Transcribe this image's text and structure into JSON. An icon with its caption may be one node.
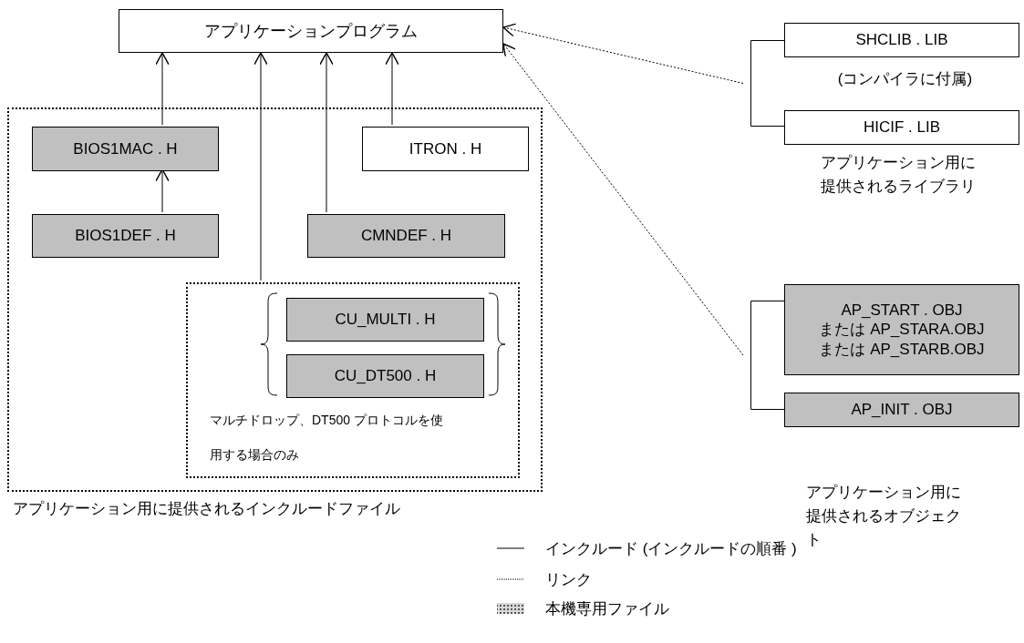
{
  "diagram": {
    "nodes": [
      {
        "text": [
          "アプリケーションプログラム"
        ]
      },
      {
        "text": [],
        "shape": "box",
        "beside": [
          "アプリケーション用に提供されるインクルードファイル"
        ]
      },
      {
        "text": [
          "BIOS1MAC . H"
        ],
        "in": 1
      },
      {
        "text": [
          "ITRON . H"
        ],
        "in": 1
      },
      {
        "text": [
          "BIOS1DEF . H"
        ],
        "in": 1
      },
      {
        "text": [
          "CMNDEF . H"
        ],
        "in": 1
      },
      {
        "text": [
          "マルチドロップ、DT500 プロトコルを使用する場合のみ"
        ],
        "in": 1
      },
      {
        "text": [
          "CU_MULTI . H"
        ],
        "in": 6
      },
      {
        "text": [
          "CU_DT500 . H"
        ],
        "in": 6
      },
      {
        "text": [
          "SHCLIB . LIB"
        ]
      },
      {
        "text": [
          "HICIF . LIB"
        ]
      },
      {
        "text": [],
        "shape": "bracket"
      },
      {
        "text": [
          "AP_START . OBJ",
          "または AP_STARA.OBJ",
          "または AP_STARB.OBJ"
        ]
      },
      {
        "text": [
          "AP_INIT . OBJ"
        ]
      },
      {
        "text": [],
        "shape": "bracket"
      }
    ],
    "edges": [
      {
        "from": 2,
        "to": 0,
        "arrow": "to"
      },
      {
        "from": 4,
        "to": 2,
        "arrow": "to"
      },
      {
        "from": 6,
        "to": 0,
        "arrow": "to"
      },
      {
        "from": 5,
        "to": 0,
        "arrow": "to"
      },
      {
        "from": 3,
        "to": 0,
        "arrow": "to"
      },
      {
        "from": 11,
        "to": 0,
        "arrow": "to",
        "style": "dashed"
      },
      {
        "from": 14,
        "to": 0,
        "arrow": "to",
        "style": "dashed"
      }
    ],
    "labels": [
      "(コンパイラに付属)",
      "アプリケーション用に提供されるライブラリ",
      "アプリケーション用に提供されるオブジェクト"
    ],
    "legend": [
      {
        "text": "インクルード (インクルードの順番 )"
      },
      {
        "text": "リンク"
      },
      {
        "text": "本機専用ファイル"
      }
    ]
  }
}
